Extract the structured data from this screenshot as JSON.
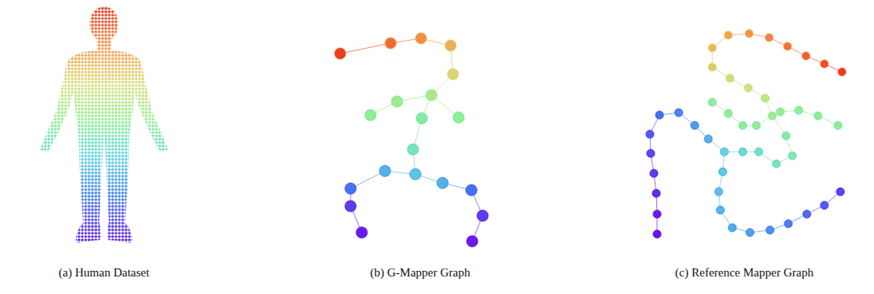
{
  "diagram": {
    "labels": [
      "(a) Human Dataset",
      "(b) G-Mapper Graph",
      "(c) Reference Mapper Graph"
    ]
  }
}
